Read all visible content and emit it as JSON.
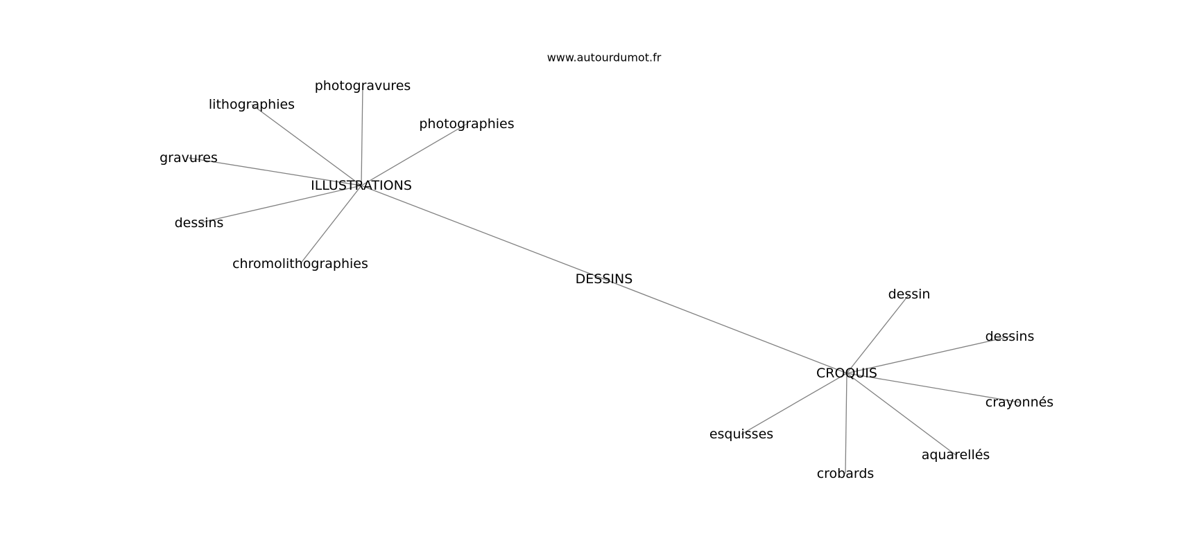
{
  "source": "www.autourdumot.fr",
  "nodes": [
    {
      "id": "center",
      "label": "DESSINS"
    },
    {
      "id": "hub1",
      "label": "ILLUSTRATIONS"
    },
    {
      "id": "hub2",
      "label": "CROQUIS"
    },
    {
      "id": "n1",
      "label": "photogravures"
    },
    {
      "id": "n2",
      "label": "lithographies"
    },
    {
      "id": "n3",
      "label": "photographies"
    },
    {
      "id": "n4",
      "label": "gravures"
    },
    {
      "id": "n5",
      "label": "dessins"
    },
    {
      "id": "n6",
      "label": "chromolithographies"
    },
    {
      "id": "n7",
      "label": "dessin"
    },
    {
      "id": "n8",
      "label": "dessins"
    },
    {
      "id": "n9",
      "label": "crayonnés"
    },
    {
      "id": "n10",
      "label": "aquarellés"
    },
    {
      "id": "n11",
      "label": "crobards"
    },
    {
      "id": "n12",
      "label": "esquisses"
    }
  ],
  "edges": [
    [
      "center",
      "hub1"
    ],
    [
      "center",
      "hub2"
    ],
    [
      "hub1",
      "n1"
    ],
    [
      "hub1",
      "n2"
    ],
    [
      "hub1",
      "n3"
    ],
    [
      "hub1",
      "n4"
    ],
    [
      "hub1",
      "n5"
    ],
    [
      "hub1",
      "n6"
    ],
    [
      "hub2",
      "n7"
    ],
    [
      "hub2",
      "n8"
    ],
    [
      "hub2",
      "n9"
    ],
    [
      "hub2",
      "n10"
    ],
    [
      "hub2",
      "n11"
    ],
    [
      "hub2",
      "n12"
    ]
  ]
}
